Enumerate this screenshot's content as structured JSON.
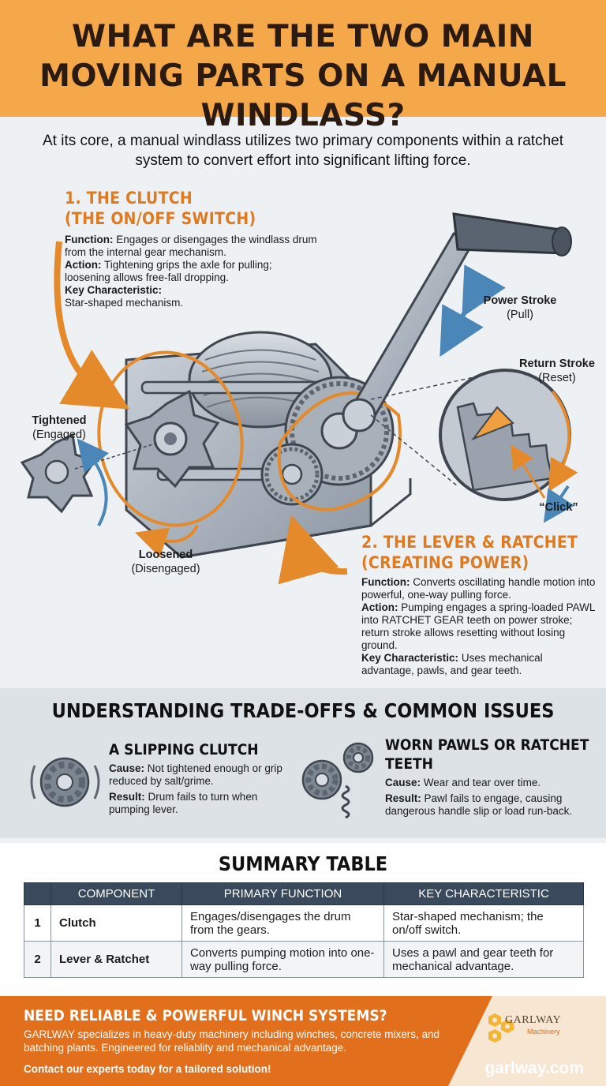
{
  "title": "WHAT ARE THE TWO MAIN MOVING PARTS ON A MANUAL WINDLASS?",
  "intro": "At its core, a manual windlass utilizes two primary components within a ratchet system to convert effort into significant lifting force.",
  "clutch": {
    "heading_line1": "1. THE CLUTCH",
    "heading_line2": "(THE ON/OFF SWITCH)",
    "function_label": "Function:",
    "function_text": "Engages or disengages the windlass drum from the internal gear mechanism.",
    "action_label": "Action:",
    "action_text": "Tightening grips the axle for pulling; loosening allows free-fall dropping.",
    "key_label": "Key Characteristic:",
    "key_text": "Star-shaped mechanism."
  },
  "lever": {
    "heading_line1": "2. THE LEVER & RATCHET",
    "heading_line2": "(CREATING POWER)",
    "function_label": "Function:",
    "function_text": "Converts oscillating handle motion into powerful, one-way pulling force.",
    "action_label": "Action:",
    "action_text": "Pumping engages a spring-loaded PAWL into RATCHET GEAR teeth on power stroke; return stroke allows resetting without losing ground.",
    "key_label": "Key Characteristic:",
    "key_text": "Uses mechanical advantage, pawls, and gear teeth."
  },
  "labels": {
    "tightened": "Tightened",
    "engaged": "(Engaged)",
    "loosened": "Loosened",
    "disengaged": "(Disengaged)",
    "power_stroke": "Power Stroke",
    "pull": "(Pull)",
    "return_stroke": "Return Stroke",
    "reset": "(Reset)",
    "click": "“Click”"
  },
  "tradeoffs": {
    "heading": "UNDERSTANDING TRADE-OFFS & COMMON ISSUES",
    "issues": [
      {
        "title": "A SLIPPING CLUTCH",
        "cause_label": "Cause:",
        "cause": "Not tightened enough or grip reduced by salt/grime.",
        "result_label": "Result:",
        "result": "Drum fails to turn when pumping lever.",
        "icon": "slipping-gear-icon"
      },
      {
        "title": "WORN PAWLS OR RATCHET TEETH",
        "cause_label": "Cause:",
        "cause": "Wear and tear over time.",
        "result_label": "Result:",
        "result": "Pawl fails to engage, causing dangerous handle slip or load run-back.",
        "icon": "worn-gears-spring-icon"
      }
    ]
  },
  "summary": {
    "heading": "SUMMARY TABLE",
    "columns": [
      "",
      "COMPONENT",
      "PRIMARY FUNCTION",
      "KEY CHARACTERISTIC"
    ],
    "rows": [
      [
        "1",
        "Clutch",
        "Engages/disengages the drum from the gears.",
        "Star-shaped mechanism; the on/off switch."
      ],
      [
        "2",
        "Lever & Ratchet",
        "Converts pumping motion into one-way pulling force.",
        "Uses a pawl and gear teeth for mechanical advantage."
      ]
    ]
  },
  "footer": {
    "heading": "NEED RELIABLE & POWERFUL WINCH SYSTEMS?",
    "description": "GARLWAY specializes in heavy-duty machinery including winches, concrete mixers, and batching plants. Engineered for reliablity and mechanical advantage.",
    "cta": "Contact our experts today for a tailored solution!",
    "brand": "GARLWAY",
    "brand_sub": "Machinery",
    "website": "garlway.com"
  },
  "colors": {
    "header_bg": "#f4a84a",
    "accent_orange": "#e07a1f",
    "accent_blue": "#4a86b8",
    "table_header": "#3a4a5c",
    "footer_bg": "#e26f1b"
  }
}
